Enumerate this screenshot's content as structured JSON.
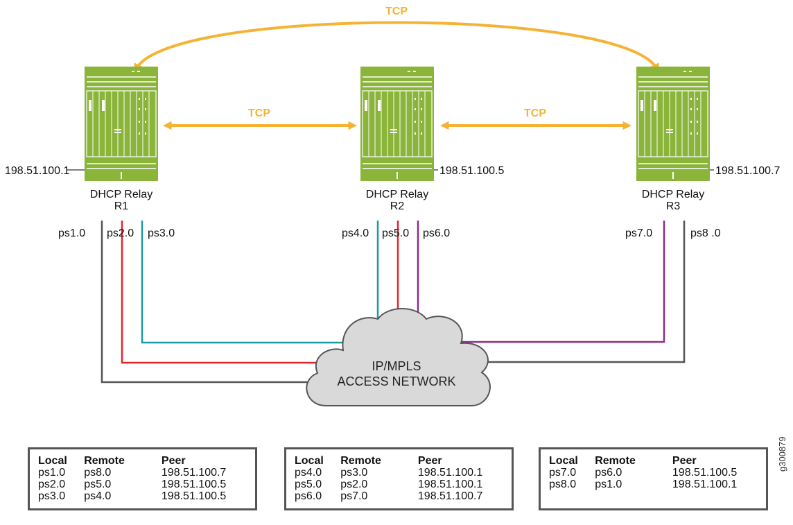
{
  "colors": {
    "tcp": "#f5b335",
    "router": "#8ab43a",
    "link_gray": "#555555",
    "link_red": "#e0262d",
    "link_teal": "#1a9aa0",
    "link_purple": "#8e2a8e",
    "cloud": "#d9d9d9"
  },
  "tcp_labels": {
    "top": "TCP",
    "r1_r2": "TCP",
    "r2_r3": "TCP"
  },
  "routers": [
    {
      "ip": "198.51.100.1",
      "role": "DHCP Relay",
      "name": "R1"
    },
    {
      "ip": "198.51.100.5",
      "role": "DHCP Relay",
      "name": "R2"
    },
    {
      "ip": "198.51.100.7",
      "role": "DHCP Relay",
      "name": "R3"
    }
  ],
  "interfaces": {
    "ps1": "ps1.0",
    "ps2": "ps2.0",
    "ps3": "ps3.0",
    "ps4": "ps4.0",
    "ps5": "ps5.0",
    "ps6": "ps6.0",
    "ps7": "ps7.0",
    "ps8": "ps8 .0"
  },
  "cloud": {
    "line1": "IP/MPLS",
    "line2": "ACCESS NETWORK"
  },
  "tables": [
    {
      "headers": [
        "Local",
        "Remote",
        "Peer"
      ],
      "rows": [
        [
          "ps1.0",
          "ps8.0",
          "198.51.100.7"
        ],
        [
          "ps2.0",
          "ps5.0",
          "198.51.100.5"
        ],
        [
          "ps3.0",
          "ps4.0",
          "198.51.100.5"
        ]
      ]
    },
    {
      "headers": [
        "Local",
        "Remote",
        "Peer"
      ],
      "rows": [
        [
          "ps4.0",
          "ps3.0",
          "198.51.100.1"
        ],
        [
          "ps5.0",
          "ps2.0",
          "198.51.100.1"
        ],
        [
          "ps6.0",
          "ps7.0",
          "198.51.100.7"
        ]
      ]
    },
    {
      "headers": [
        "Local",
        "Remote",
        "Peer"
      ],
      "rows": [
        [
          "ps7.0",
          "ps6.0",
          "198.51.100.5"
        ],
        [
          "ps8.0",
          "ps1.0",
          "198.51.100.1"
        ]
      ]
    }
  ],
  "figure_id": "g300879"
}
